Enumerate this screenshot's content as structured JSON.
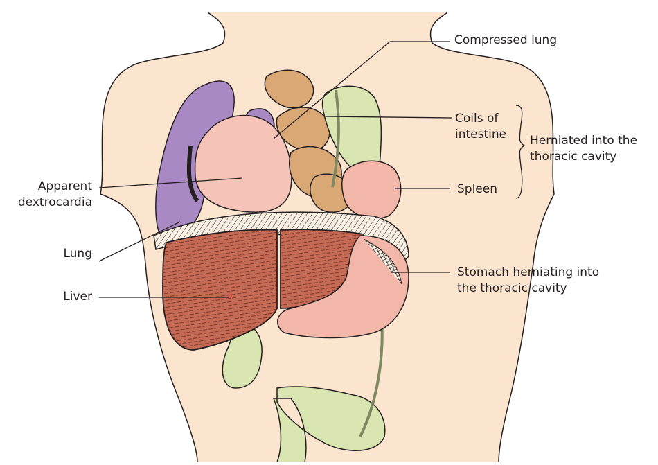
{
  "labels": {
    "compressed_lung": "Compressed lung",
    "coils_of_intestine": [
      "Coils of",
      "intestine"
    ],
    "herniated_group": [
      "Herniated into the",
      "thoracic cavity"
    ],
    "spleen": "Spleen",
    "stomach": [
      "Stomach herniating into",
      "the thoracic cavity"
    ],
    "apparent_dextrocardia": [
      "Apparent",
      "dextrocardia"
    ],
    "lung": "Lung",
    "liver": "Liver"
  },
  "colors": {
    "skin": "#fce5cf",
    "lung": "#a989c4",
    "heart": "#f6c3b8",
    "liver": "#c56a55",
    "small_intestine": "#d9a875",
    "large_intestine": "#d9e6b2",
    "stomach": "#f2b7a8",
    "diaphragm": "#f6efe2",
    "outline": "#231f20"
  }
}
